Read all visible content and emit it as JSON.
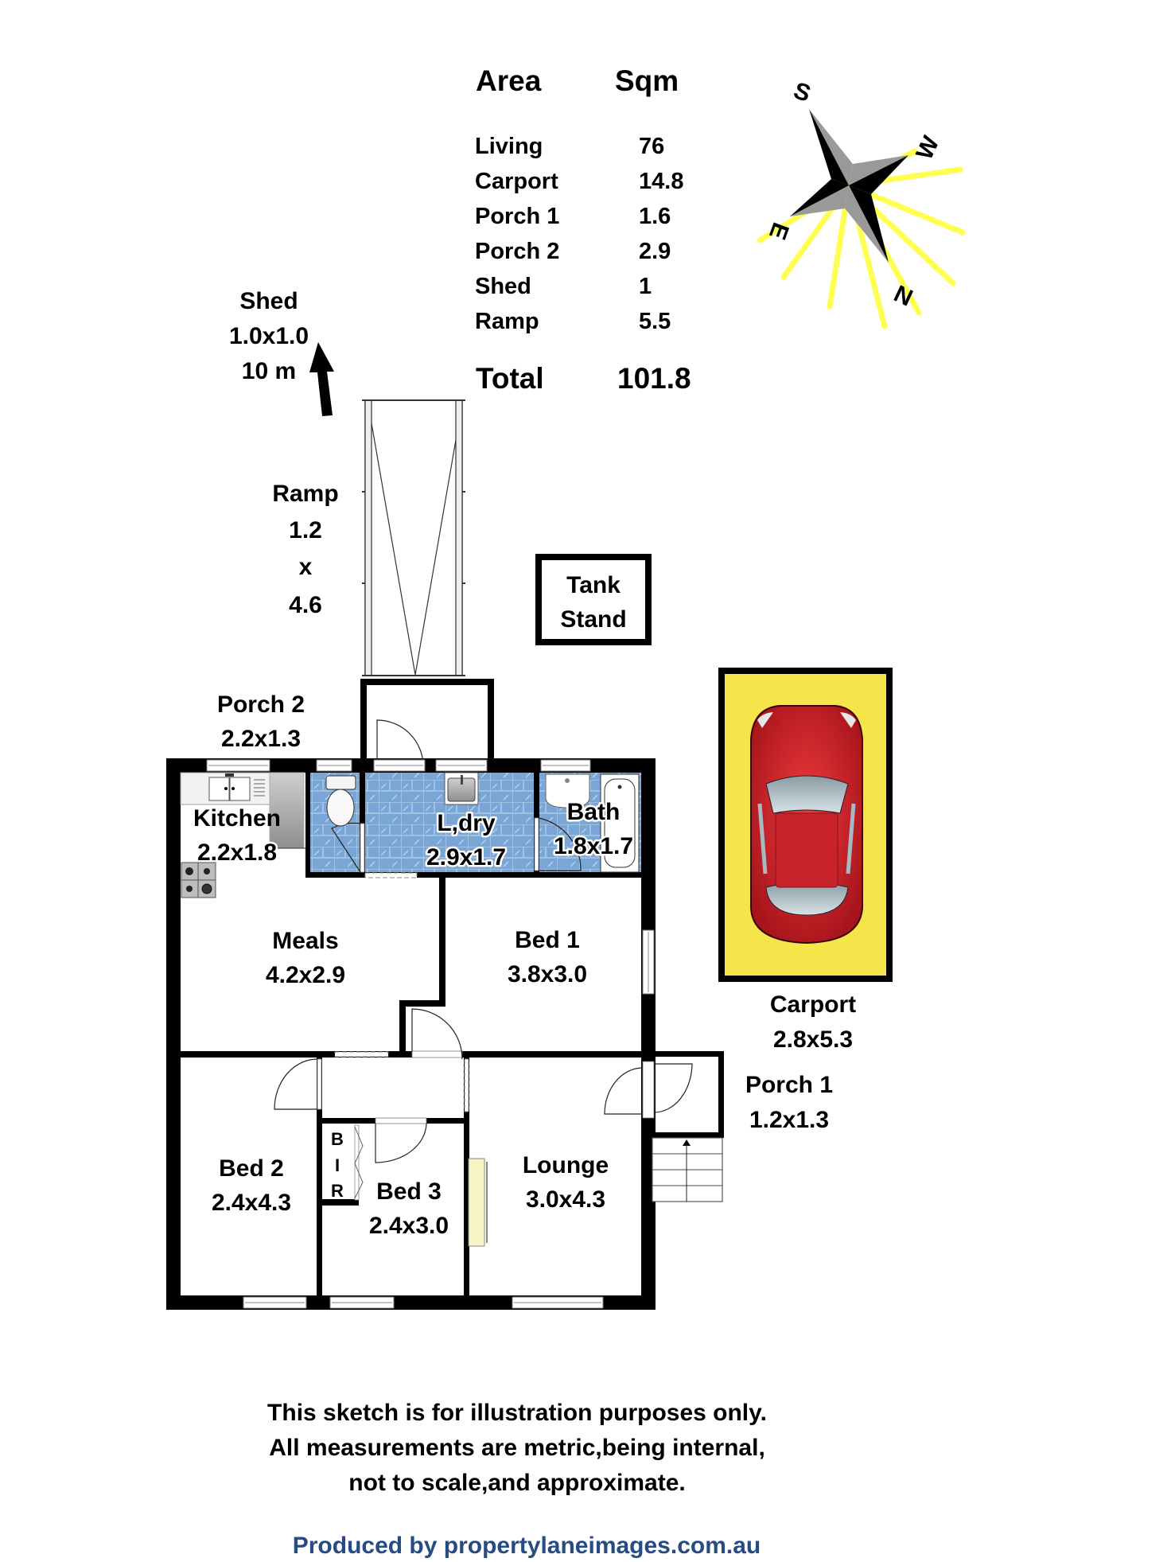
{
  "area_table": {
    "header_area": "Area",
    "header_sqm": "Sqm",
    "rows": [
      {
        "label": "Living",
        "value": "76"
      },
      {
        "label": "Carport",
        "value": "14.8"
      },
      {
        "label": "Porch 1",
        "value": "1.6"
      },
      {
        "label": "Porch 2",
        "value": "2.9"
      },
      {
        "label": "Shed",
        "value": "1"
      },
      {
        "label": "Ramp",
        "value": "5.5"
      }
    ],
    "total_label": "Total",
    "total_value": "101.8"
  },
  "compass": {
    "labels": {
      "n": "N",
      "s": "S",
      "e": "E",
      "w": "W"
    },
    "colors": {
      "dark": "#000000",
      "light": "#999999",
      "glow": "#ffff33"
    }
  },
  "shed_note": {
    "title": "Shed",
    "size": "1.0x1.0",
    "distance": "10 m"
  },
  "ramp": {
    "title": "Ramp",
    "width": "1.2",
    "x": "x",
    "length": "4.6"
  },
  "tank_stand": {
    "line1": "Tank",
    "line2": "Stand"
  },
  "rooms": {
    "porch2": {
      "name": "Porch 2",
      "dims": "2.2x1.3"
    },
    "kitchen": {
      "name": "Kitchen",
      "dims": "2.2x1.8"
    },
    "laundry": {
      "name": "L,dry",
      "dims": "2.9x1.7"
    },
    "bath": {
      "name": "Bath",
      "dims": "1.8x1.7"
    },
    "meals": {
      "name": "Meals",
      "dims": "4.2x2.9"
    },
    "bed1": {
      "name": "Bed 1",
      "dims": "3.8x3.0"
    },
    "bed2": {
      "name": "Bed 2",
      "dims": "2.4x4.3"
    },
    "bir": {
      "l1": "B",
      "l2": "I",
      "l3": "R"
    },
    "bed3": {
      "name": "Bed 3",
      "dims": "2.4x3.0"
    },
    "lounge": {
      "name": "Lounge",
      "dims": "3.0x4.3"
    },
    "carport": {
      "name": "Carport",
      "dims": "2.8x5.3"
    },
    "porch1": {
      "name": "Porch 1",
      "dims": "1.2x1.3"
    }
  },
  "colors": {
    "tile_blue": "#7aa6d6",
    "carport_yellow": "#f5e54a",
    "car_red": "#d3212a",
    "credit_blue": "#274b85",
    "heater_cream": "#f7f3c4"
  },
  "footer": {
    "line1": "This sketch is for illustration purposes only.",
    "line2": "All measurements are metric,being internal,",
    "line3": "not to scale,and approximate.",
    "credit": "Produced by propertylaneimages.com.au"
  }
}
